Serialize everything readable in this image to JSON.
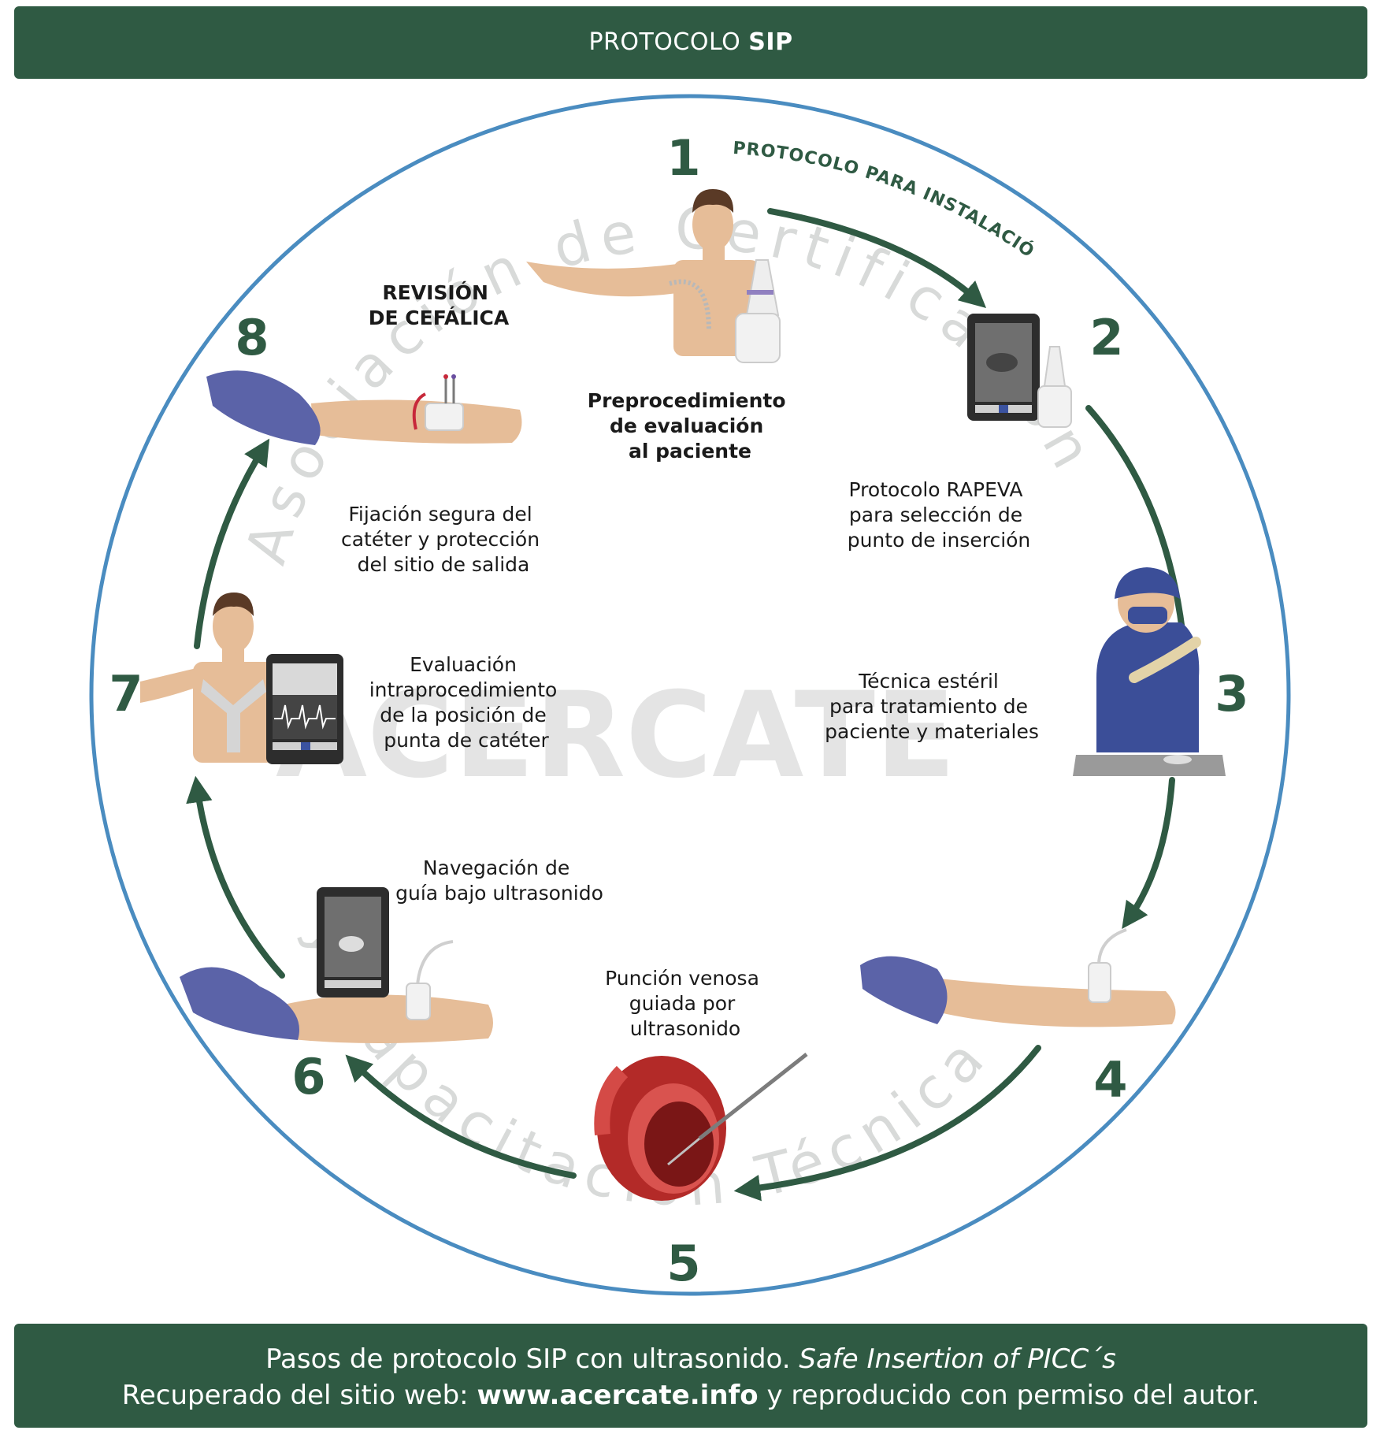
{
  "header": {
    "title_prefix": "PROTOCOLO",
    "title_bold": "SIP"
  },
  "arc_title": "PROTOCOLO PARA INSTALACIÓN",
  "watermark": {
    "arc_text_top": "Asociación de Certificación",
    "arc_text_bottom": "y Capacitación Técnica",
    "brand": "ACERCATE"
  },
  "steps": [
    {
      "number": "1",
      "lines": [
        "Preprocedimiento",
        "de evaluación",
        "al paciente"
      ],
      "bold": true
    },
    {
      "number": "2",
      "lines": [
        "Protocolo RAPEVA",
        "para selección de",
        "punto de inserción"
      ],
      "bold": false
    },
    {
      "number": "3",
      "lines": [
        "Técnica estéril",
        "para tratamiento de",
        "paciente y materiales"
      ],
      "bold": false
    },
    {
      "number": "4",
      "lines": [
        "Punción venosa",
        "guiada por",
        "ultrasonido"
      ],
      "bold": false
    },
    {
      "number": "5",
      "lines": [],
      "bold": false
    },
    {
      "number": "6",
      "lines": [
        "Navegación de",
        "guía bajo ultrasonido"
      ],
      "bold": false
    },
    {
      "number": "7",
      "lines": [
        "Evaluación",
        "intraprocedimiento",
        "de la posición de",
        "punta de catéter"
      ],
      "bold": false
    },
    {
      "number": "8",
      "lines": [
        "Fijación segura del",
        "catéter y protección",
        "del sitio de salida"
      ],
      "bold": false
    }
  ],
  "revision_label": [
    "REVISIÓN",
    "DE CEFÁLICA"
  ],
  "footer": {
    "line1_text": "Pasos de protocolo SIP con ultrasonido. ",
    "line1_italic": "Safe Insertion of PICC´s",
    "line2_text": "Recuperado del sitio web: ",
    "line2_bold": "www.acercate.info",
    "line2_end": " y reproducido con permiso del autor."
  },
  "colors": {
    "green": "#2f5a43",
    "circle": "#4a8cc0",
    "glove": "#5b63a8",
    "skin": "#e6bd98",
    "vein": "#b32a28"
  }
}
